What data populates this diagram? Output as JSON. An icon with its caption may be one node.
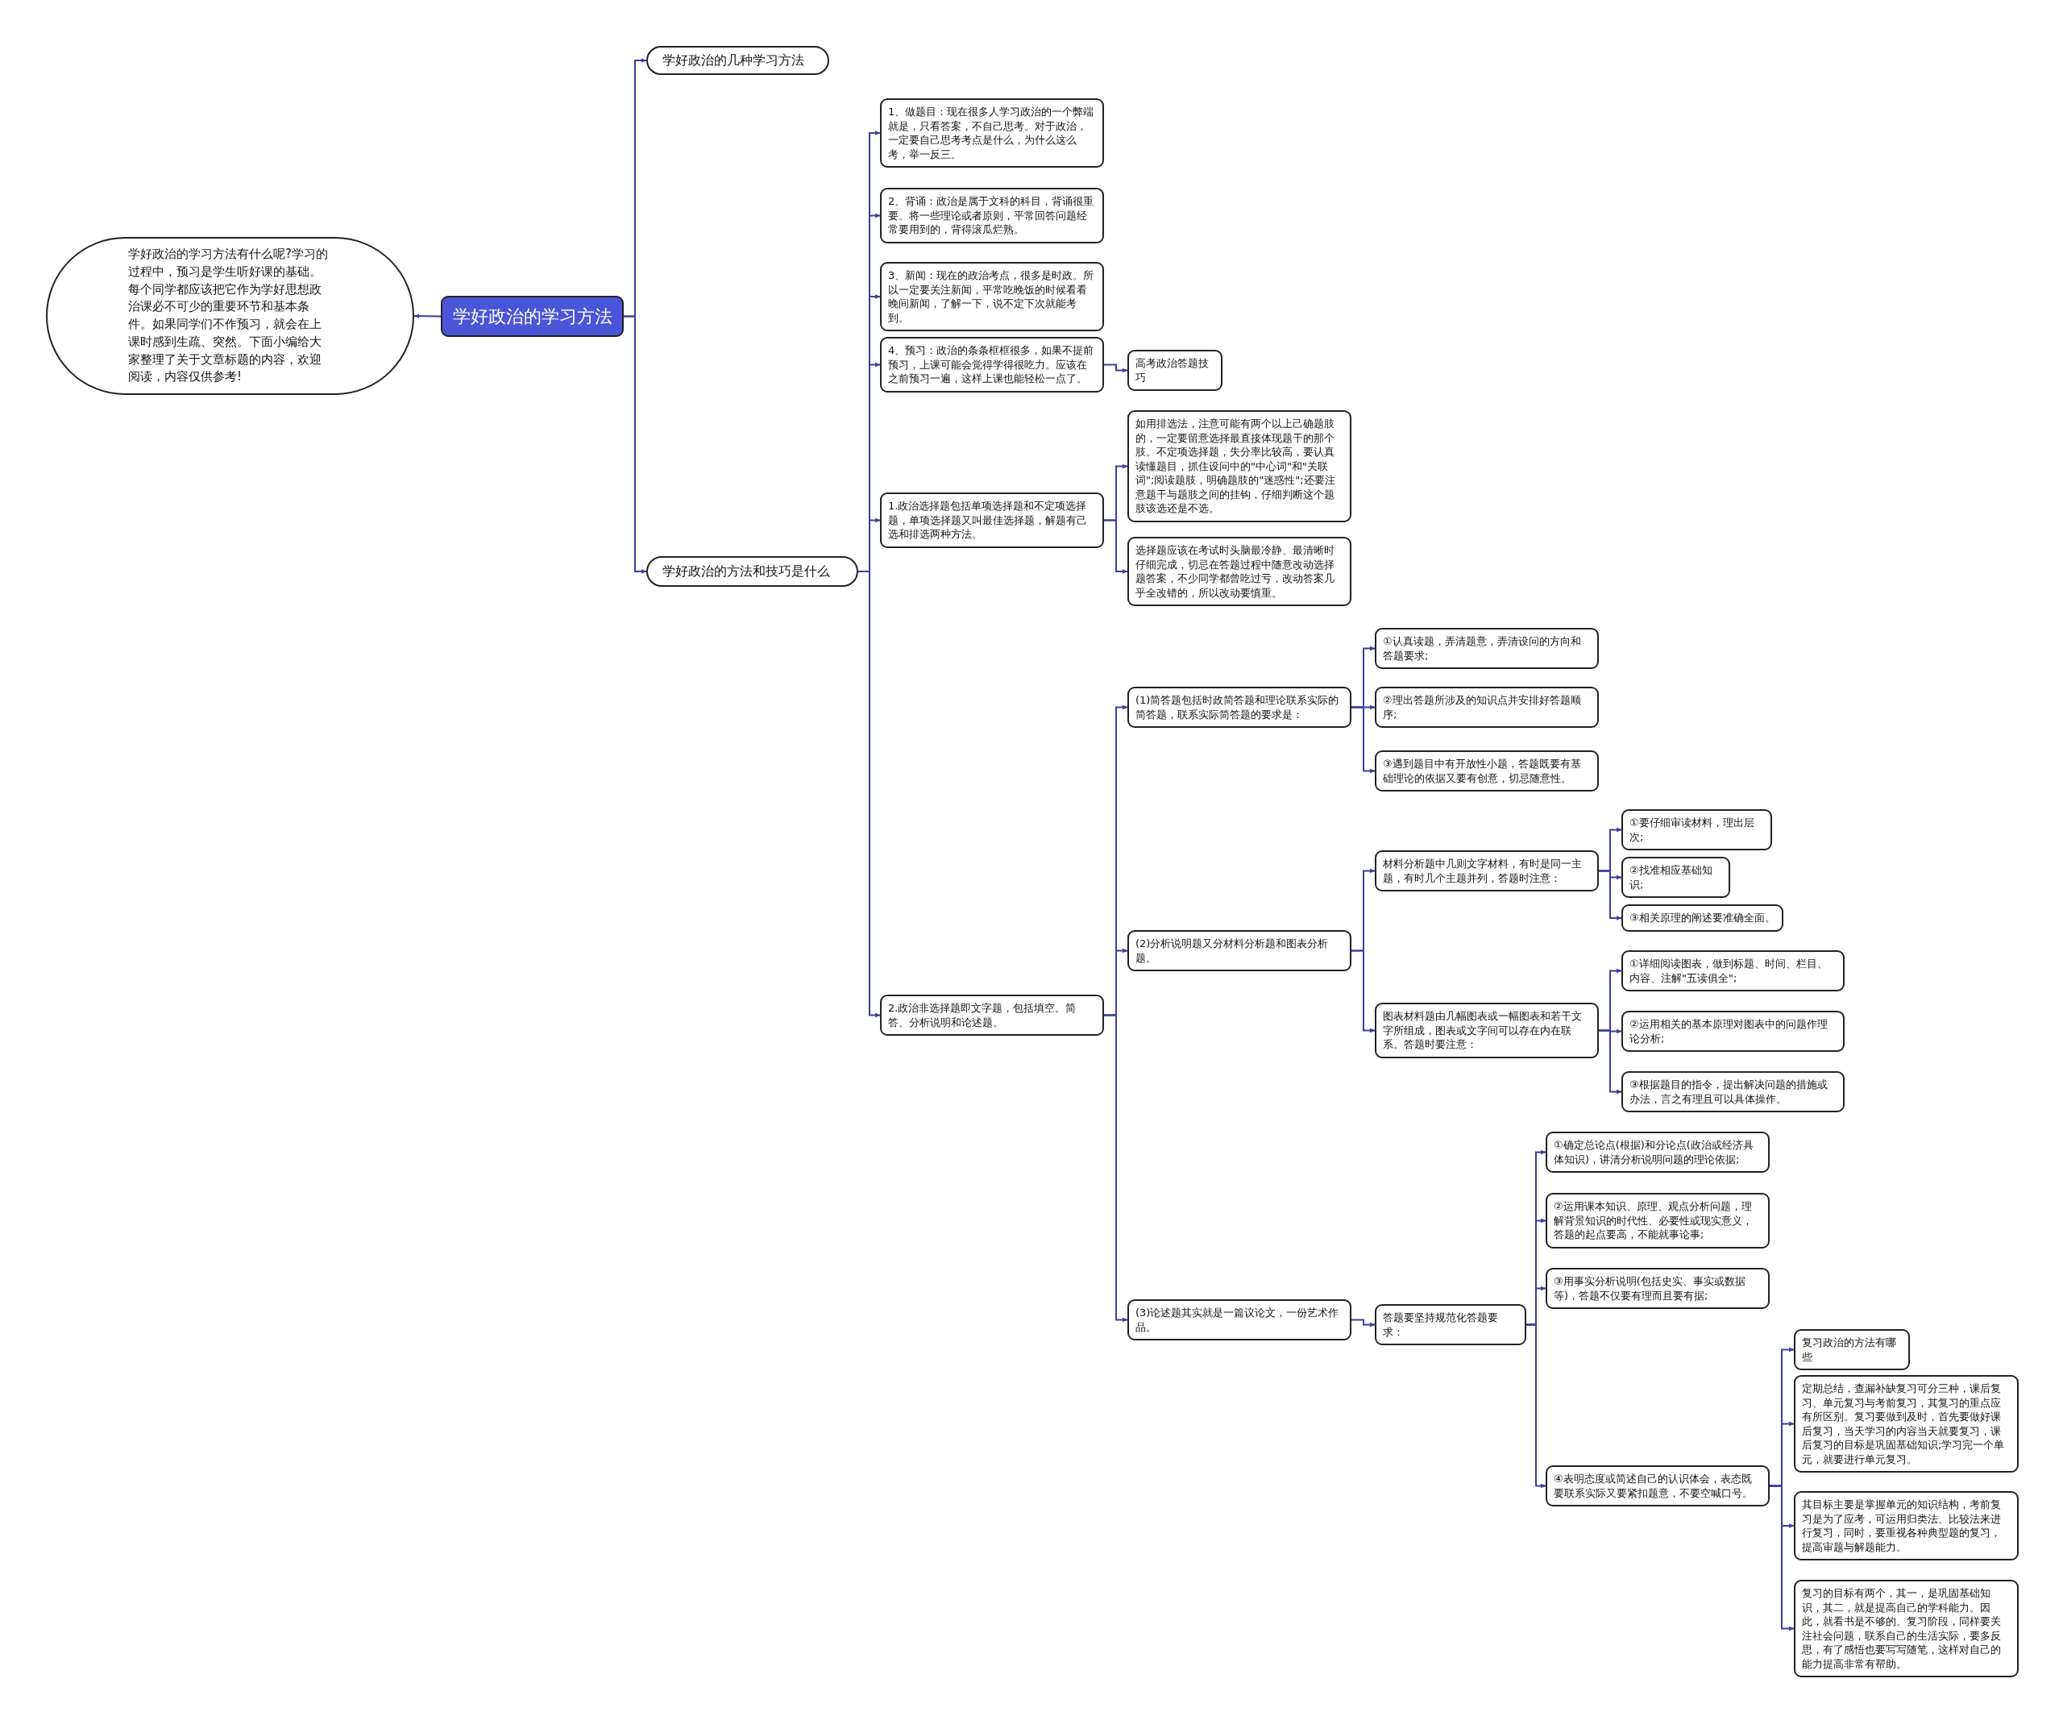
{
  "diagram": {
    "nodes": [
      {
        "text": [
          "学好政治的学习方法"
        ]
      },
      {
        "text": [
          "学好政治的学习方法有什么呢?学习的过程中，预习是学生听好课的基础。每个同学都应该把它作为学好思想政治课必不可少的重要环节和基本条件。如果同学们不作预习，就会在上课时感到生疏、突然。下面小编给大家整理了关于文章标题的内容，欢迎阅读，内容仅供参考!"
        ]
      },
      {
        "text": [
          "学好政治的几种学习方法"
        ]
      },
      {
        "text": [
          "学好政治的方法和技巧是什么"
        ]
      },
      {
        "text": [
          "1、做题目：现在很多人学习政治的一个弊端就是，只看答案，不自己思考。对于政治，一定要自己思考考点是什么，为什么这么考，举一反三。"
        ]
      },
      {
        "text": [
          "2、背诵：政治是属于文科的科目，背诵很重要。将一些理论或者原则，平常回答问题经常要用到的，背得滚瓜烂熟。"
        ]
      },
      {
        "text": [
          "3、新闻：现在的政治考点，很多是时政。所以一定要关注新闻，平常吃晚饭的时候看看晚间新闻，了解一下，说不定下次就能考到。"
        ]
      },
      {
        "text": [
          "4、预习：政治的条条框框很多，如果不提前预习，上课可能会觉得学得很吃力。应该在之前预习一遍，这样上课也能轻松一点了。"
        ]
      },
      {
        "text": [
          "高考政治答题技巧"
        ]
      },
      {
        "text": [
          "1.政治选择题包括单项选择题和不定项选择题，单项选择题又叫最佳选择题，解题有己选和排选两种方法。"
        ]
      },
      {
        "text": [
          "如用排选法，注意可能有两个以上己确题肢的，一定要留意选择最直接体现题干的那个肢。不定项选择题，失分率比较高，要认真读懂题目，抓住设问中的\"中心词\"和\"关联词\";阅读题肢，明确题肢的\"迷惑性\";还要注意题干与题肢之间的挂钩，仔细判断这个题肢该选还是不选。"
        ]
      },
      {
        "text": [
          "选择题应该在考试时头脑最冷静、最清晰时仔细完成，切忌在答题过程中随意改动选择题答案，不少同学都曾吃过亏，改动答案几乎全改错的，所以改动要慎重。"
        ]
      },
      {
        "text": [
          "2.政治非选择题即文字题，包括填空。简答、分析说明和论述题。"
        ]
      },
      {
        "text": [
          "(1)简答题包括时政简答题和理论联系实际的简答题，联系实际简答题的要求是："
        ]
      },
      {
        "text": [
          "①认真读题，弄清题意，弄清设问的方向和答题要求;"
        ]
      },
      {
        "text": [
          "②理出答题所涉及的知识点并安排好答题顺序;"
        ]
      },
      {
        "text": [
          "③遇到题目中有开放性小题，答题既要有基础理论的依据又要有创意，切忌随意性。"
        ]
      },
      {
        "text": [
          "(2)分析说明题又分材料分析题和图表分析题。"
        ]
      },
      {
        "text": [
          "材料分析题中几则文字材料，有时是同一主题，有时几个主题并列，答题时注意："
        ]
      },
      {
        "text": [
          "①要仔细审读材料，理出层次;"
        ]
      },
      {
        "text": [
          "②找准相应基础知识;"
        ]
      },
      {
        "text": [
          "③相关原理的阐述要准确全面。"
        ]
      },
      {
        "text": [
          "图表材料题由几幅图表或一幅图表和若干文字所组成，图表或文字间可以存在内在联系。答题时要注意："
        ]
      },
      {
        "text": [
          "①详细阅读图表，做到标题、时间、栏目、内容、注解\"五读俱全\";"
        ]
      },
      {
        "text": [
          "②运用相关的基本原理对图表中的问题作理论分析;"
        ]
      },
      {
        "text": [
          "③根据题目的指令，提出解决问题的措施或办法，言之有理且可以具体操作。"
        ]
      },
      {
        "text": [
          "(3)论述题其实就是一篇议论文，一份艺术作品。"
        ]
      },
      {
        "text": [
          "答题要坚持规范化答题要求："
        ]
      },
      {
        "text": [
          "①确定总论点(根据)和分论点(政治或经济具体知识)，讲清分析说明问题的理论依据;"
        ]
      },
      {
        "text": [
          "②运用课本知识、原理、观点分析问题，理解背景知识的时代性、必要性或现实意义，答题的起点要高，不能就事论事;"
        ]
      },
      {
        "text": [
          "③用事实分析说明(包括史实、事实或数据等)，答题不仅要有理而且要有据;"
        ]
      },
      {
        "text": [
          "④表明态度或简述自己的认识体会，表态既要联系实际又要紧扣题意，不要空喊口号。"
        ]
      },
      {
        "text": [
          "复习政治的方法有哪些"
        ]
      },
      {
        "text": [
          "定期总结，查漏补缺复习可分三种，课后复习、单元复习与考前复习，其复习的重点应有所区别。复习要做到及时，首先要做好课后复习，当天学习的内容当天就要复习，课后复习的目标是巩固基础知识;学习完一个单元，就要进行单元复习。"
        ]
      },
      {
        "text": [
          "其目标主要是掌握单元的知识结构，考前复习是为了应考，可运用归类法、比较法来进行复习，同时，要重视各种典型题的复习，提高审题与解题能力。"
        ]
      },
      {
        "text": [
          "复习的目标有两个，其一，是巩固基础知识，其二，就是提高自己的学科能力。因此，就看书是不够的。复习阶段，同样要关注社会问题，联系自己的生活实际，要多反思，有了感悟也要写写随笔，这样对自己的能力提高非常有帮助。"
        ]
      }
    ],
    "edges": [
      {
        "from": 0,
        "to": 1,
        "arrow": "to"
      },
      {
        "from": 0,
        "to": 2,
        "arrow": "to"
      },
      {
        "from": 0,
        "to": 3,
        "arrow": "to"
      },
      {
        "from": 3,
        "to": 4,
        "arrow": "to"
      },
      {
        "from": 3,
        "to": 5,
        "arrow": "to"
      },
      {
        "from": 3,
        "to": 6,
        "arrow": "to"
      },
      {
        "from": 3,
        "to": 7,
        "arrow": "to"
      },
      {
        "from": 3,
        "to": 9,
        "arrow": "to"
      },
      {
        "from": 3,
        "to": 12,
        "arrow": "to"
      },
      {
        "from": 7,
        "to": 8,
        "arrow": "to"
      },
      {
        "from": 9,
        "to": 10,
        "arrow": "to"
      },
      {
        "from": 9,
        "to": 11,
        "arrow": "to"
      },
      {
        "from": 12,
        "to": 13,
        "arrow": "to"
      },
      {
        "from": 12,
        "to": 17,
        "arrow": "to"
      },
      {
        "from": 12,
        "to": 26,
        "arrow": "to"
      },
      {
        "from": 13,
        "to": 14,
        "arrow": "to"
      },
      {
        "from": 13,
        "to": 15,
        "arrow": "to"
      },
      {
        "from": 13,
        "to": 16,
        "arrow": "to"
      },
      {
        "from": 17,
        "to": 18,
        "arrow": "to"
      },
      {
        "from": 17,
        "to": 22,
        "arrow": "to"
      },
      {
        "from": 18,
        "to": 19,
        "arrow": "to"
      },
      {
        "from": 18,
        "to": 20,
        "arrow": "to"
      },
      {
        "from": 18,
        "to": 21,
        "arrow": "to"
      },
      {
        "from": 22,
        "to": 23,
        "arrow": "to"
      },
      {
        "from": 22,
        "to": 24,
        "arrow": "to"
      },
      {
        "from": 22,
        "to": 25,
        "arrow": "to"
      },
      {
        "from": 26,
        "to": 27,
        "arrow": "to"
      },
      {
        "from": 27,
        "to": 28,
        "arrow": "to"
      },
      {
        "from": 27,
        "to": 29,
        "arrow": "to"
      },
      {
        "from": 27,
        "to": 30,
        "arrow": "to"
      },
      {
        "from": 27,
        "to": 31,
        "arrow": "to"
      },
      {
        "from": 31,
        "to": 32,
        "arrow": "to"
      },
      {
        "from": 31,
        "to": 33,
        "arrow": "to"
      },
      {
        "from": 31,
        "to": 34,
        "arrow": "to"
      },
      {
        "from": 31,
        "to": 35,
        "arrow": "to"
      }
    ]
  }
}
